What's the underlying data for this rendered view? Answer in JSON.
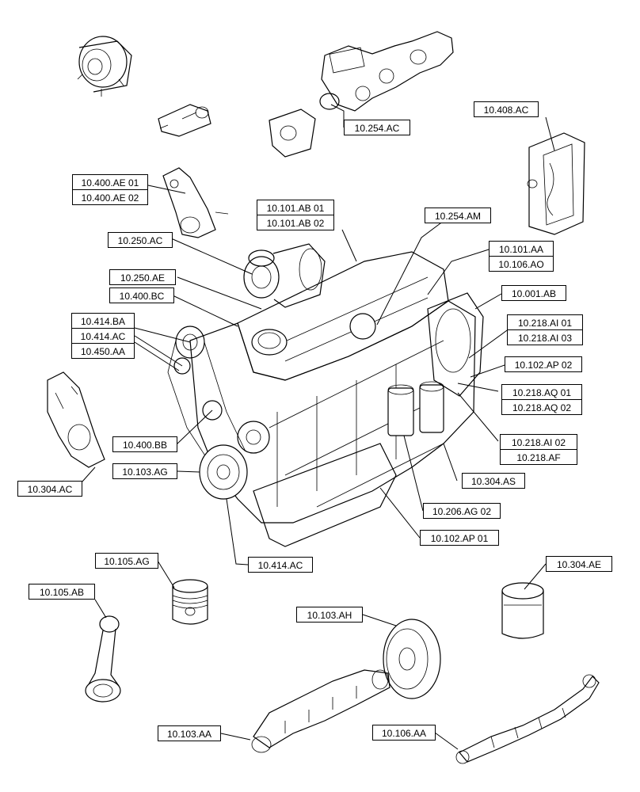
{
  "labels": {
    "l_254_ac": "10.254.AC",
    "l_408_ac": "10.408.AC",
    "l_400_ae_01": "10.400.AE 01",
    "l_400_ae_02": "10.400.AE 02",
    "l_101_ab_01": "10.101.AB 01",
    "l_101_ab_02": "10.101.AB 02",
    "l_254_am": "10.254.AM",
    "l_250_ac": "10.250.AC",
    "l_101_aa": "10.101.AA",
    "l_106_ao": "10.106.AO",
    "l_250_ae": "10.250.AE",
    "l_001_ab": "10.001.AB",
    "l_400_bc": "10.400.BC",
    "l_414_ba": "10.414.BA",
    "l_414_ac_top": "10.414.AC",
    "l_450_aa": "10.450.AA",
    "l_218_ai_01": "10.218.AI 01",
    "l_218_ai_03": "10.218.AI 03",
    "l_102_ap_02": "10.102.AP 02",
    "l_218_aq_01": "10.218.AQ 01",
    "l_218_aq_02": "10.218.AQ 02",
    "l_400_bb": "10.400.BB",
    "l_218_ai_02": "10.218.AI 02",
    "l_218_af": "10.218.AF",
    "l_103_ag": "10.103.AG",
    "l_304_as": "10.304.AS",
    "l_304_ac": "10.304.AC",
    "l_206_ag_02": "10.206.AG 02",
    "l_102_ap_01": "10.102.AP 01",
    "l_105_ag": "10.105.AG",
    "l_414_ac_bottom": "10.414.AC",
    "l_304_ae": "10.304.AE",
    "l_105_ab": "10.105.AB",
    "l_103_ah": "10.103.AH",
    "l_103_aa": "10.103.AA",
    "l_106_aa": "10.106.AA"
  }
}
